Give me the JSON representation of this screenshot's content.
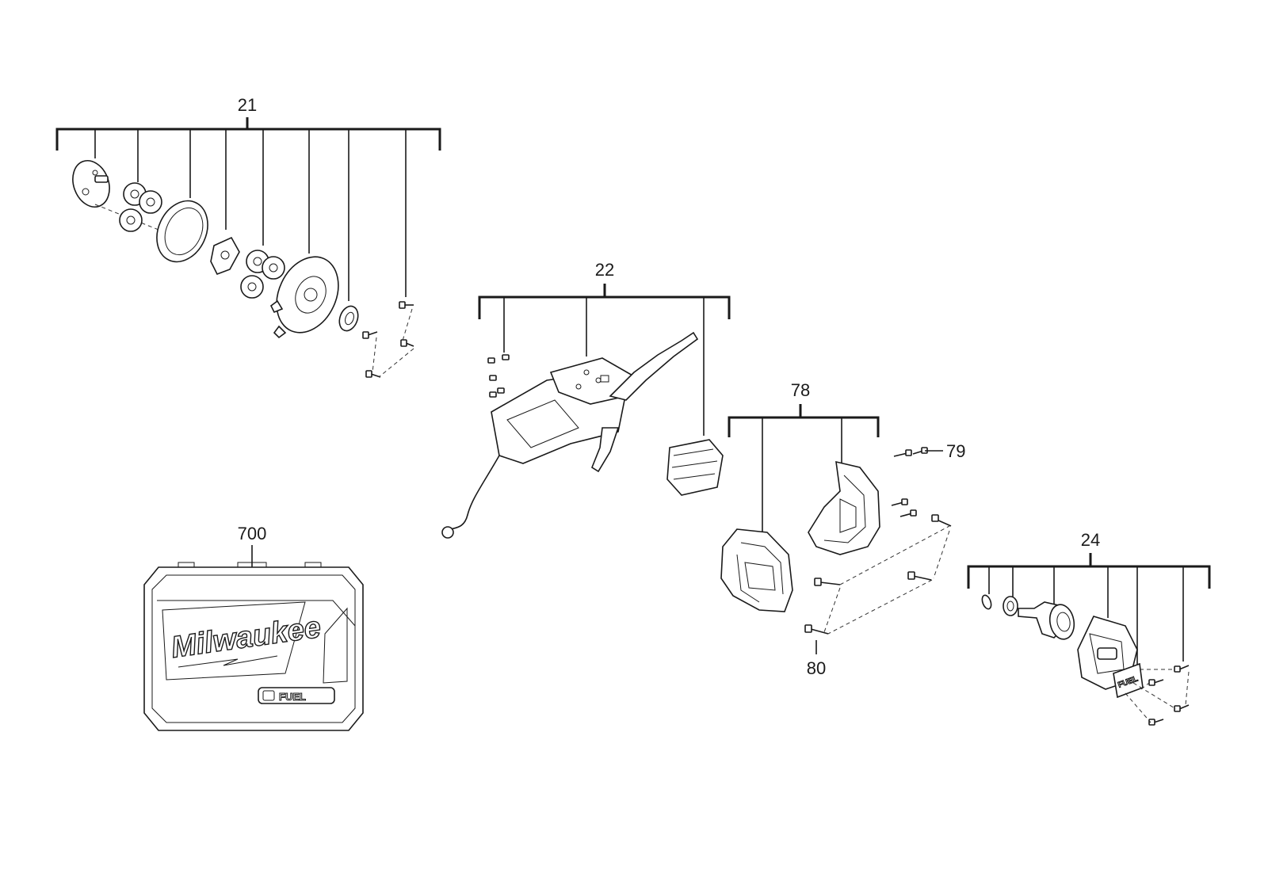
{
  "callouts": {
    "c21": "21",
    "c22": "22",
    "c78": "78",
    "c79": "79",
    "c80": "80",
    "c24": "24",
    "c700": "700"
  },
  "case_branding": {
    "brand": "Milwaukee",
    "badge": "FUEL"
  }
}
